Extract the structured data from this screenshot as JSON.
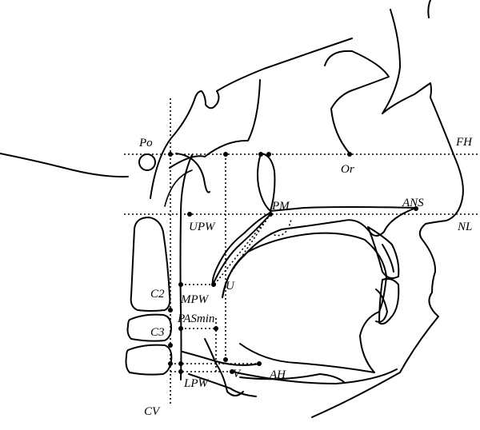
{
  "labels": {
    "po": "Po",
    "fh": "FH",
    "or": "Or",
    "pm": "PM",
    "ans": "ANS",
    "nl": "NL",
    "upw": "UPW",
    "u": "U",
    "c2": "C2",
    "mpw": "MPW",
    "pasmin": "PASmin",
    "c3": "C3",
    "lpw": "LPW",
    "v": "V",
    "ah": "AH",
    "cv": "CV"
  },
  "colors": {
    "ink": "#000000",
    "background": "#ffffff"
  }
}
